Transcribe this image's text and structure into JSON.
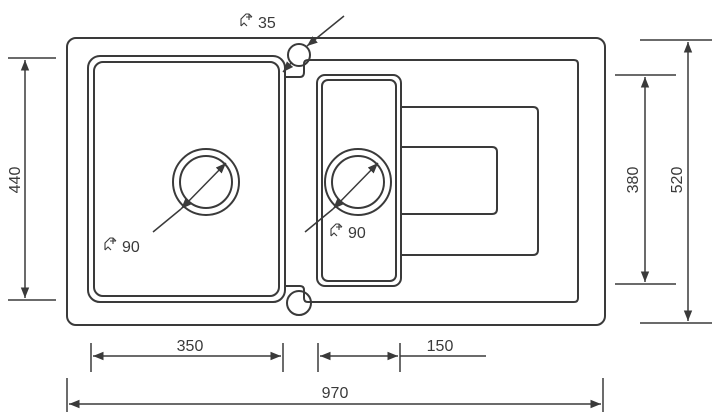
{
  "dimensions": {
    "cutout_depth_left": "440",
    "bowl_depth_right": "380",
    "total_depth": "520",
    "main_bowl_width": "350",
    "secondary_bowl_width": "150",
    "total_width": "970",
    "tap_hole_diameter": "35",
    "drain_left_diameter": "90",
    "drain_right_diameter": "90"
  },
  "icons": {
    "diameter_symbol": "diameter-arrow-icon"
  },
  "colors": {
    "line": "#3a3a3a",
    "background": "#ffffff"
  }
}
